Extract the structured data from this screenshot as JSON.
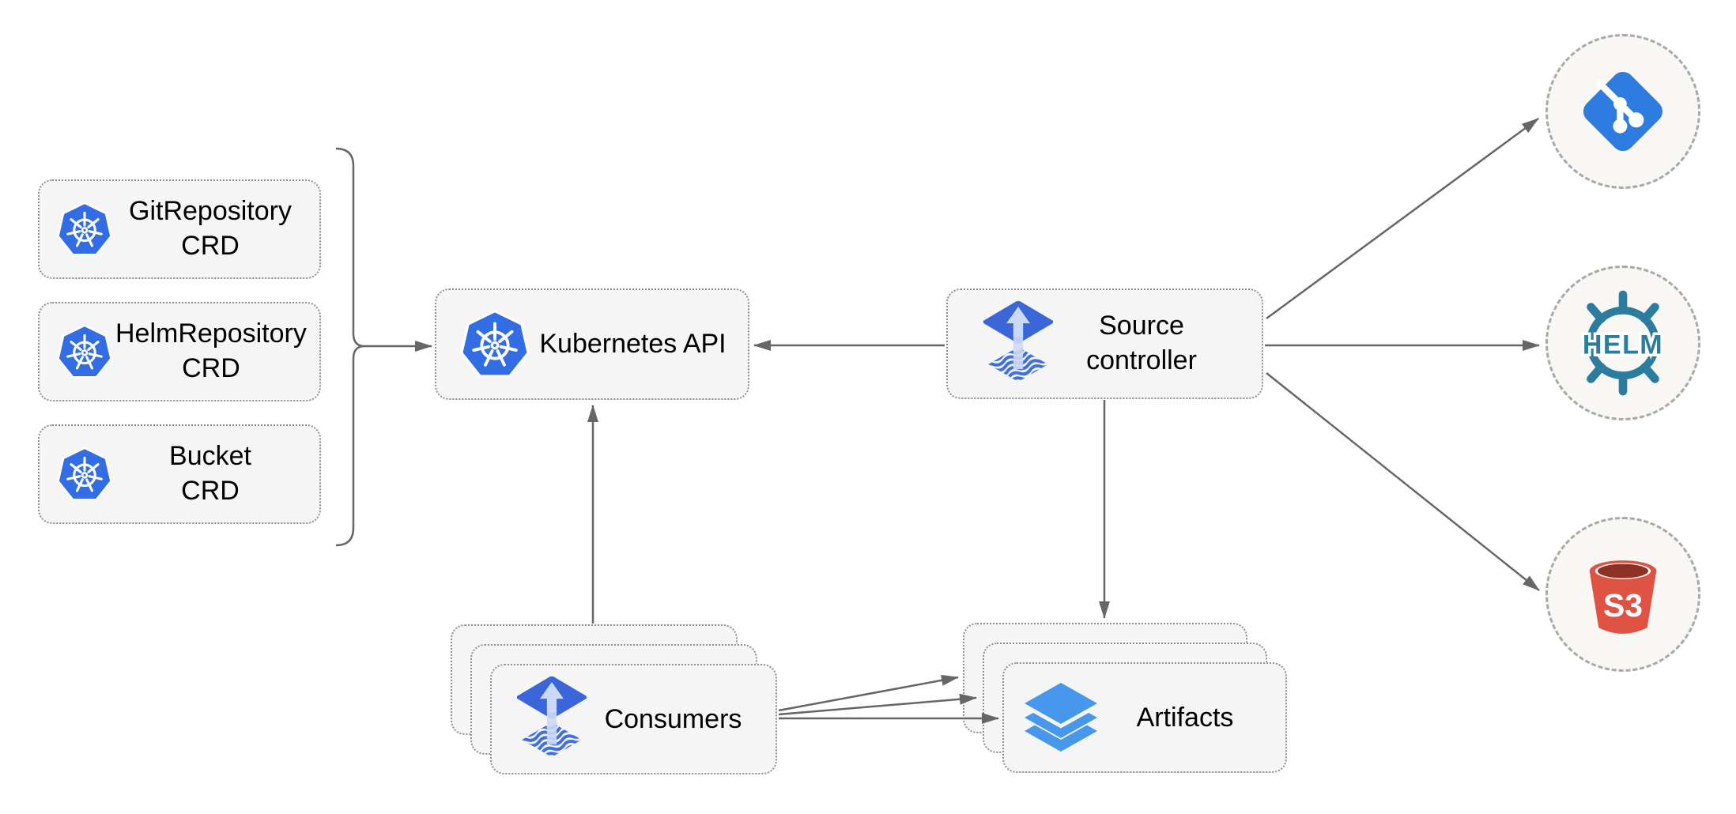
{
  "colors": {
    "edge": "#666666",
    "box-fill": "#f5f5f5",
    "box-border": "#8f8f8f",
    "circle-fill": "#f8f7f3",
    "circle-border": "#a9a9a9",
    "label": "#000000",
    "k8s-blue": "#326de6",
    "flux-blue": "#3a66d9",
    "flux-arrow": "#ccd9f4",
    "flux-wave": "#3f6fe2",
    "git-blue": "#2e7ce0",
    "helm-teal": "#2b7c9e",
    "s3-red": "#e05243",
    "s3-dark": "#8c3123",
    "layers-blue": "#4797ec"
  },
  "nodes": {
    "crd_boxes": [
      {
        "icon": "kubernetes-icon",
        "line1": "GitRepository",
        "line2": "CRD"
      },
      {
        "icon": "kubernetes-icon",
        "line1": "HelmRepository",
        "line2": "CRD"
      },
      {
        "icon": "kubernetes-icon",
        "line1": "Bucket",
        "line2": "CRD"
      }
    ],
    "kubernetes_api": {
      "icon": "kubernetes-icon",
      "label": "Kubernetes API"
    },
    "source_controller": {
      "icon": "flux-icon",
      "line1": "Source",
      "line2": "controller"
    },
    "consumers": {
      "icon": "flux-icon",
      "label": "Consumers"
    },
    "artifacts": {
      "icon": "layers-icon",
      "label": "Artifacts"
    },
    "git_endpoint": {
      "icon": "git-icon"
    },
    "helm_endpoint": {
      "icon": "helm-icon",
      "text": "HELM"
    },
    "s3_endpoint": {
      "icon": "s3-bucket-icon",
      "text": "S3"
    }
  }
}
